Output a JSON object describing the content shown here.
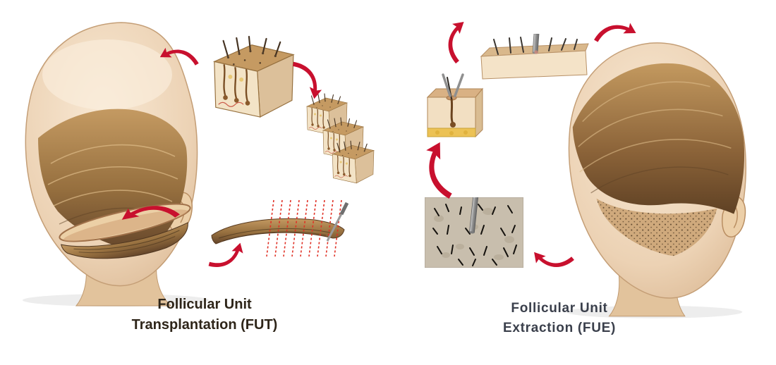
{
  "diagram": {
    "fut": {
      "line1": "Follicular Unit",
      "line2": "Transplantation (FUT)"
    },
    "fue": {
      "line1": "Follicular Unit",
      "line2": "Extraction (FUE)"
    }
  },
  "colors": {
    "arrow_red": "#c8102e",
    "skin": "#ecd2b4",
    "hair_brown": "#8a6238",
    "fut_label_color": "#2e2519",
    "fue_label_color": "#3a3f4b"
  }
}
